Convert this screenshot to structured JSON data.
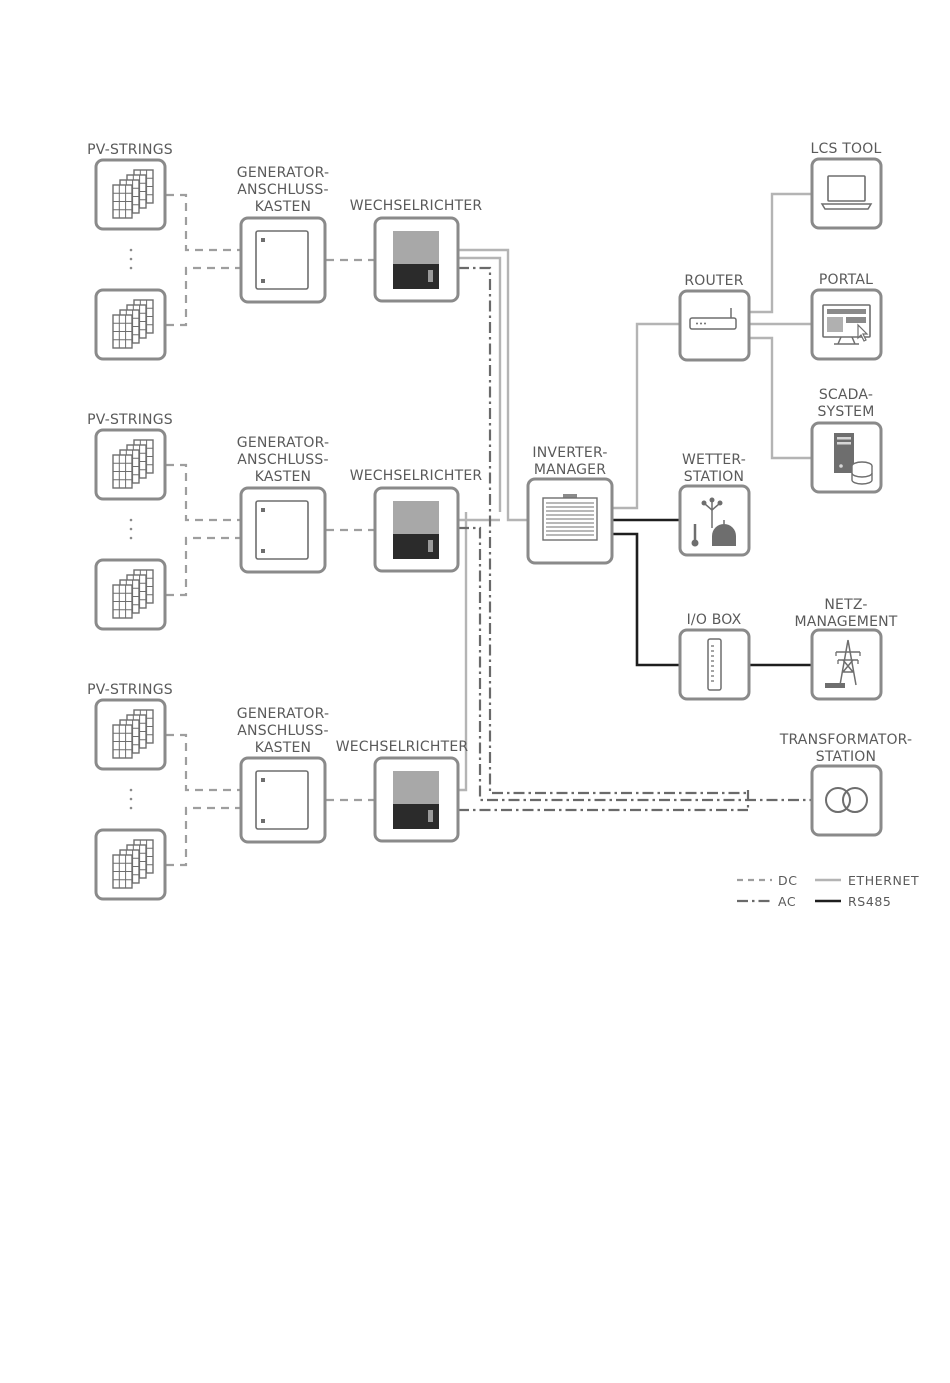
{
  "labels": {
    "pv_strings": "PV-STRINGS",
    "gak_line1": "GENERATOR-",
    "gak_line2": "ANSCHLUSS-",
    "gak_line3": "KASTEN",
    "wechselrichter": "WECHSELRICHTER",
    "inverter_manager_line1": "INVERTER-",
    "inverter_manager_line2": "MANAGER",
    "router": "ROUTER",
    "lcs_tool": "LCS TOOL",
    "portal": "PORTAL",
    "scada_line1": "SCADA-",
    "scada_line2": "SYSTEM",
    "wetter_line1": "WETTER-",
    "wetter_line2": "STATION",
    "io_box": "I/O BOX",
    "netz_line1": "NETZ-",
    "netz_line2": "MANAGEMENT",
    "trafo_line1": "TRANSFORMATOR-",
    "trafo_line2": "STATION"
  },
  "legend": {
    "dc": "DC",
    "ac": "AC",
    "ethernet": "ETHERNET",
    "rs485": "RS485"
  },
  "icons": {
    "pv": "solar-panel-icon",
    "gak": "combiner-box-icon",
    "inverter": "inverter-icon",
    "manager": "inverter-manager-icon",
    "router": "router-icon",
    "lcs": "laptop-icon",
    "portal": "monitor-icon",
    "scada": "server-database-icon",
    "weather": "weather-station-icon",
    "iobox": "io-box-icon",
    "netz": "power-pylon-icon",
    "trafo": "transformer-icon"
  },
  "colors": {
    "box_stroke": "#8a8a8a",
    "ethernet": "#b4b4b4",
    "rs485": "#1e1e1e",
    "ac": "#6a6a6a",
    "dc": "#9e9e9e"
  }
}
